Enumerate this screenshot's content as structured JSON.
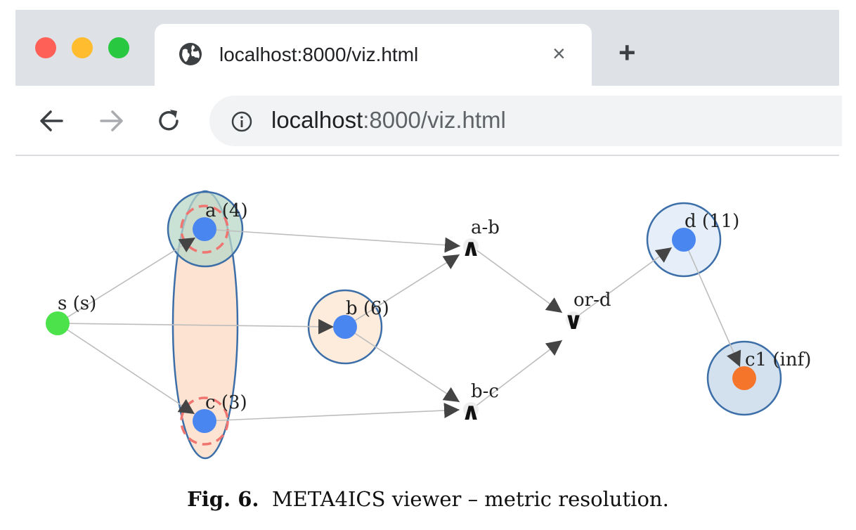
{
  "browser": {
    "tab_title": "localhost:8000/viz.html",
    "tab_close": "×",
    "new_tab": "+",
    "url_host": "localhost",
    "url_rest": ":8000/viz.html"
  },
  "graph": {
    "nodes": {
      "s": "s (s)",
      "a": "a (4)",
      "b": "b (6)",
      "c": "c (3)",
      "d": "d (11)",
      "c1": "c1 (inf)"
    },
    "operators": {
      "ab": {
        "symbol": "∧",
        "label": "a-b"
      },
      "bc": {
        "symbol": "∧",
        "label": "b-c"
      },
      "ord": {
        "symbol": "∨",
        "label": "or-d"
      }
    },
    "colors": {
      "source": "#4be24b",
      "node": "#4a86f0",
      "target": "#f5762a",
      "ring": "#3c6ea8",
      "ring_fill": "#fdebdc",
      "ring_fill_blue": "#e6eefa",
      "dashed": "#f07470"
    }
  },
  "caption": {
    "label": "Fig. 6.",
    "text": "META4ICS viewer – metric resolution."
  }
}
